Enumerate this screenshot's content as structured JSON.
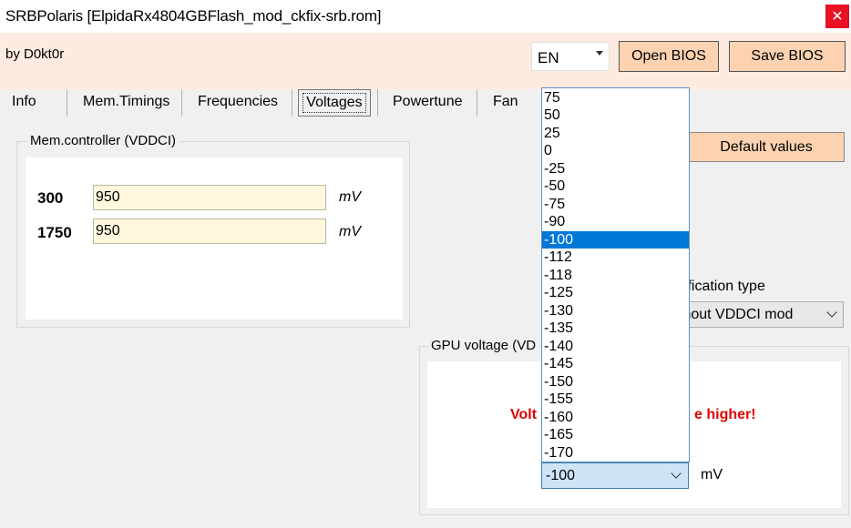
{
  "window": {
    "title": "SRBPolaris [ElpidaRx4804GBFlash_mod_ckfix-srb.rom]",
    "close_glyph": "✕"
  },
  "header": {
    "author": "by D0kt0r",
    "language": "EN",
    "open_bios": "Open BIOS",
    "save_bios": "Save BIOS"
  },
  "tabs": [
    {
      "label": "Info"
    },
    {
      "label": "Mem.Timings"
    },
    {
      "label": "Frequencies"
    },
    {
      "label": "Voltages",
      "active": true
    },
    {
      "label": "Powertune"
    },
    {
      "label": "Fan"
    }
  ],
  "mem_controller": {
    "title": "Mem.controller (VDDCI)",
    "rows": [
      {
        "freq": "300",
        "value": "950",
        "unit": "mV"
      },
      {
        "freq": "1750",
        "value": "950",
        "unit": "mV"
      }
    ]
  },
  "actions": {
    "default_values": "Default values"
  },
  "modification": {
    "label_visible": "dification type",
    "selected_visible": "thout VDDCI mod"
  },
  "gpu_voltage": {
    "title_visible": "GPU voltage (VD",
    "warning_left": "Volt",
    "warning_right": "e higher!",
    "selected": "-100",
    "unit": "mV"
  },
  "dropdown": {
    "options": [
      "75",
      "50",
      "25",
      "0",
      "-25",
      "-50",
      "-75",
      "-90",
      "-100",
      "-112",
      "-118",
      "-125",
      "-130",
      "-135",
      "-140",
      "-145",
      "-150",
      "-155",
      "-160",
      "-165",
      "-170"
    ],
    "selected_index": 8
  },
  "colors": {
    "header_bg": "#fdebe0",
    "button_peach": "#fdd2b0",
    "input_bg": "#fff8dc",
    "selection_blue": "#0078d7",
    "warning_red": "#e00000",
    "close_red": "#e81123"
  }
}
